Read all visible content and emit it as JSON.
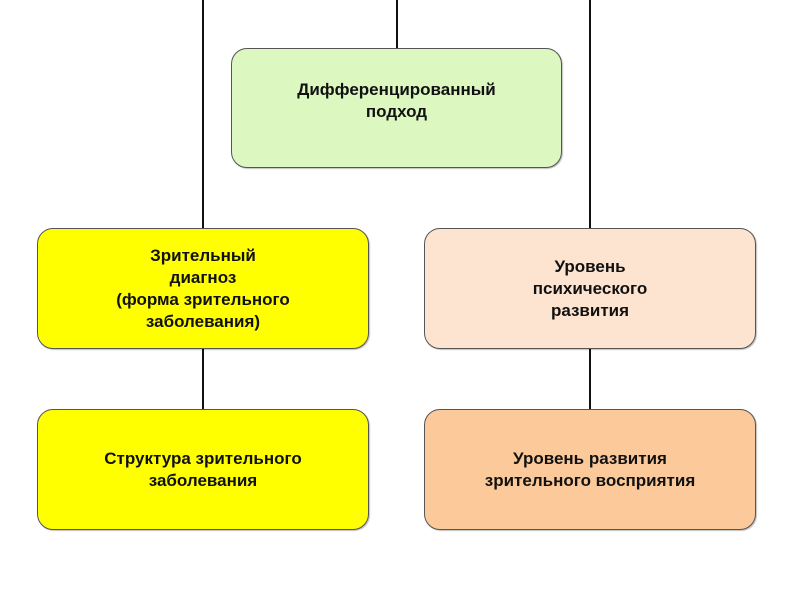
{
  "diagram": {
    "nodes": {
      "root": {
        "text": "Дифференцированный\nподход",
        "color": "#dcf7c0"
      },
      "left1": {
        "text": "Зрительный\nдиагноз\n(форма зрительного\nзаболевания)",
        "color": "#ffff00"
      },
      "right1": {
        "text": "Уровень\nпсихического\nразвития",
        "color": "#fde4d0"
      },
      "left2": {
        "text": "Структура зрительного\nзаболевания",
        "color": "#ffff00"
      },
      "right2": {
        "text": "Уровень развития\nзрительного восприятия",
        "color": "#fbc99a"
      }
    },
    "edges": [
      {
        "from": "root",
        "to": "left1"
      },
      {
        "from": "root",
        "to": "right1"
      },
      {
        "from": "left1",
        "to": "left2"
      },
      {
        "from": "right1",
        "to": "right2"
      }
    ],
    "line_color": "#111111"
  }
}
